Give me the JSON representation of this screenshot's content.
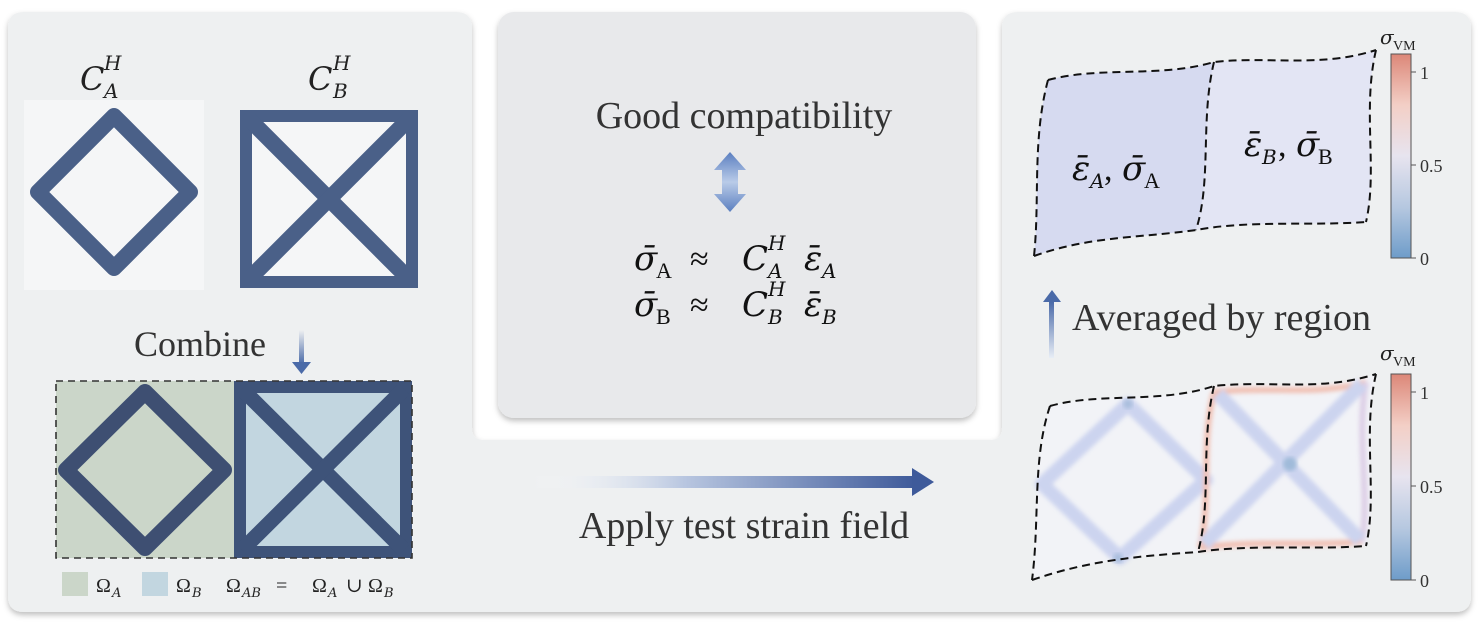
{
  "left": {
    "ca_label": "C",
    "ca_sup": "H",
    "ca_sub": "A",
    "cb_label": "C",
    "cb_sup": "H",
    "cb_sub": "B",
    "combine_label": "Combine",
    "legend": {
      "omega": "Ω",
      "a_sub": "A",
      "b_sub": "B",
      "ab_sub": "AB",
      "eq": "=",
      "union": "∪"
    }
  },
  "middle": {
    "good_compat": "Good compatibility",
    "sigma": "σ̄",
    "approx": "≈",
    "C": "C",
    "H": "H",
    "eps": "ε̄",
    "rowA_sigma_sub": "A",
    "rowA_sub": "A",
    "rowB_sigma_sub": "B",
    "rowB_sub": "B",
    "apply_label": "Apply test strain field"
  },
  "right": {
    "averaged_label": "Averaged by region",
    "regionA_eps": "ε̄",
    "regionA_eps_sub": "A",
    "regionA_sigma": "σ̄",
    "regionA_sigma_sub": "A",
    "regionB_eps": "ε̄",
    "regionB_eps_sub": "B",
    "regionB_sigma": "σ̄",
    "regionB_sigma_sub": "B",
    "comma": ",",
    "colorbar": {
      "title_sigma": "σ",
      "title_sub": "VM",
      "ticks": [
        "1",
        "0.5",
        "0"
      ]
    }
  },
  "colors": {
    "panel_bg": "#eef0f1",
    "middle_bg": "#e8e9eb",
    "lattice": "#4a6088",
    "region_a": "#cbd6c9",
    "region_b": "#c2d6e0",
    "arrow_blue": "#3f5f9c"
  }
}
